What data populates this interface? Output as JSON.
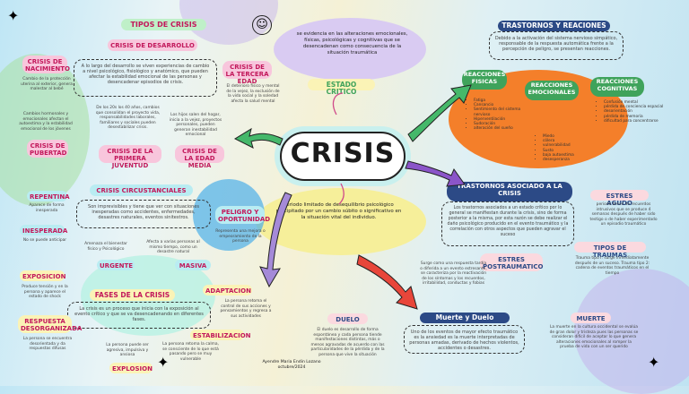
{
  "center": {
    "title": "CRISIS"
  },
  "tipos": {
    "header": "TIPOS DE CRISIS",
    "desarrollo": "CRISIS DE DESARROLLO",
    "desarrollo_text": "A lo largo del desarrollo se viven experiencias de cambio a nivel psicológico, fisiológico y anatómico, que pueden afectar la estabilidad emocional de las personas y desencadenar episodios de crisis.",
    "circunstanciales": "CRISIS CIRCUSTANCIALES",
    "circunstanciales_text": "Son imprevisibles y tiene que ver con situaciones inesperadas como accidentes, enfermedades, desastres naturales, eventos sinitestros."
  },
  "nodes": [
    {
      "label": "CRISIS DE NACIMIENTO",
      "text": "Cambio de la protección uterina al exterior, genera malestar al bebé"
    },
    {
      "label": "CRISIS DE PUBERTAD",
      "text": "Cambios hormonales y emocionales afectan el autoestima y la estabilidad emocional de los jóvenes"
    },
    {
      "label": "CRISIS DE LA PRIMERA JUVENTUD",
      "text": "De los 20s los 40 años, cambios que consolidan el proyecto vida, responsabilidades laborales, familiares y sociales pueden desestabilizar crisis."
    },
    {
      "label": "CRISIS DE LA EDAD MEDIA",
      "text": "Los hijos salen del hogar, inicia a la vejez, proyectos personales, pueden generan inestabilidad emocional"
    },
    {
      "label": "CRISIS DE LA TERCERA EDAD",
      "text": "El deterioro físico y mental de la vejez, la exclusión de la vida social y la soledad afecta la salud mental"
    },
    {
      "label": "REPENTINA",
      "text": "Aparece de forma inesperada"
    },
    {
      "label": "INESPERADA",
      "text": "No se puede anticipar"
    },
    {
      "label": "URGENTE",
      "text": "Amenaza el bienestar físico y Psicológico"
    },
    {
      "label": "MASIVA",
      "text": "Afecta a varias personas al mismo tiempo, como un desastre natural"
    },
    {
      "label": "PELIGRO Y OPORTUNIDAD",
      "text": "Representa una mejora o empeoramiento de la persona"
    }
  ],
  "fases": {
    "header": "FASES DE LA CRISIS",
    "text": "La crisis es un proceso que inicia con la exposición al evento crítico y que se va desencadenando en diferentes fases.",
    "items": [
      {
        "label": "EXPOSICION",
        "text": "Produce tensión y en la persona y aparece el estado de shock"
      },
      {
        "label": "RESPUESTA DESORGANIZADA",
        "text": "La persona se encuentra desorientada y da respuestas difusas"
      },
      {
        "label": "EXPLOSION",
        "text": "La persona puede ser agresiva, impulsiva y ansiosa"
      },
      {
        "label": "ESTABILIZACION",
        "text": "La persona retoma la calma, se consciente de lo que está pasando pero se muy vulnerable"
      },
      {
        "label": "ADAPTACION",
        "text": "La persona retoma el control de sus acciones y pensamientos y regresa a sus actividades"
      }
    ]
  },
  "estado": {
    "top_text": "se evidencia en las alteraciones emocionales, físicas, psicológicas y cognitivas que se desencadenan como consecuencia de la situación traumática",
    "label": "ESTADO CRITICO",
    "bottom_text": "Periodo limitado de desequilibrio psicológico precipitado por un cambio súbito o significativo en la situación vital del individuo."
  },
  "trastornos": {
    "header": "TRASTORNOS Y REACIONES",
    "text": "Debido a la activación del sistema nervioso simpático, responsable de la respuesta automática frente a la percepción de peligro, se presentan reacciones.",
    "fisicas": "REACCIONES FISICAS",
    "fisicas_items": [
      "Fatiga",
      "Cansancio",
      "Sentimiento del sistema nervioso",
      "Hiperventilación",
      "Sudoración",
      "alteración del sueño"
    ],
    "emocionales": "REACCIONES EMOCIONALES",
    "emocionales_items": [
      "Miedo",
      "cólera",
      "vulnerabilidad",
      "Susto",
      "baja autoestima",
      "desesperanza"
    ],
    "cognitivas": "REACCIONES COGNITIVAS",
    "cognitivas_items": [
      "Confusión mental",
      "pérdida de conciencia espacial",
      "desorientación",
      "pérdida de memoria",
      "dificultad para concentrarse"
    ]
  },
  "asociado": {
    "header": "TRASTORNOS ASOCIADO A LA CRISIS",
    "text": "Los trastornos asociados a un estado crítico por lo general se manifiestan durante la crisis, sino de forma posterior a la misma, por esta razón se debe realizar el daño psicológico producido en el evento traumático y la correlación con otros aspectos que pueden agravar el suceso",
    "agudo_label": "ESTRES AGUDO",
    "agudo_text": "periodo breve de recuerdos intrusivos que se produce 4 semanas después de haber sido testigo o de haber experimentado un episodio traumático",
    "tipos_label": "TIPOS DE TRAUMAS",
    "tipos_text": "Trauma tipo I: surge inmediatamente después de un suceso. Trauma tipo 2: cadena de eventos traumáticos en el tiempo",
    "post_label": "ESTRES POSTRAUMATICO",
    "post_text": "Surge como una respuesta tardía o diferida a un evento estresante, se caracteriza por la reactivación de los síntomas y los recuerdos, irritabilidad, conductas y fobias"
  },
  "muerte": {
    "header": "Muerte y Duelo",
    "text": "Uno de los eventos de mayor efecto traumático es la ansiedad es la muerte interpretadas de personas amadas, derivado de hechos violentos, accidentes o desastres.",
    "duelo_label": "DUELO",
    "duelo_text": "El duelo es desarrollo de forma espontánea y cada persona tiende manifestaciones distintas, más o menos agravadas de acuerdo con las particularidades de la pérdida y de la persona que vive la situación",
    "muerte_label": "MUERTE",
    "muerte_text": "La muerte en la cultura occidental se evalúa de gran dolor y tristeza pues las personas se consideran difícil de aceptar lo que genera alteraciones emocionales al romper la prueba de vida con un ser querido"
  },
  "author": "Ayendre Maria Endin Lozano octubre/2024"
}
